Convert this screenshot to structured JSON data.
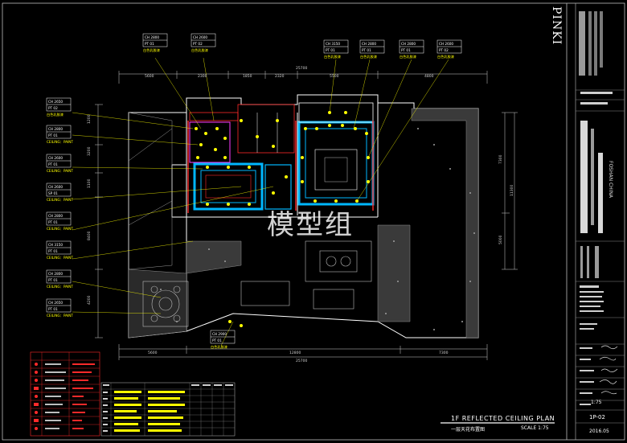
{
  "drawing": {
    "title": "1F  REFLECTED CEILING PLAN",
    "subtitle": "一层天花布置图",
    "scale": "SCALE  1:75",
    "watermark": "模型组",
    "brand": "PINKI",
    "sheet_number": "1P-02",
    "date": "2016.05",
    "scale_short": "1:75",
    "location": "FOSHAN CHINA"
  },
  "dimensions": {
    "top": [
      "5600",
      "2300",
      "1850",
      "2320",
      "5500",
      "4800"
    ],
    "top_total": "25700",
    "bottom": [
      "5600",
      "12800",
      "7300"
    ],
    "bottom_total": "25700",
    "left": [
      "1200",
      "3200",
      "1100",
      "8400",
      "4200"
    ],
    "right": [
      "7300",
      "5000"
    ],
    "right_total": "11300"
  },
  "ceiling_tags": [
    {
      "ch": "CH  2800",
      "pt": "PT   01",
      "label": "白色乳胶漆"
    },
    {
      "ch": "CH  2600",
      "pt": "PT   02",
      "label": "白色乳胶漆"
    },
    {
      "ch": "CH  3150",
      "pt": "PT   01",
      "label": "白色乳胶漆"
    },
    {
      "ch": "CH  2800",
      "pt": "PT   01",
      "label": "白色乳胶漆"
    },
    {
      "ch": "CH  2800",
      "pt": "PT   01",
      "label": "白色乳胶漆"
    },
    {
      "ch": "CH  2600",
      "pt": "PT   02",
      "label": "白色乳胶漆"
    },
    {
      "ch": "CH  2650",
      "pt": "PT   02",
      "label": "白色乳胶漆"
    },
    {
      "ch": "CH  2800",
      "pt": "PT   01",
      "label": "CEILING：PAINT"
    },
    {
      "ch": "CH  2600",
      "pt": "PT   01",
      "label": "CEILING：PAINT"
    },
    {
      "ch": "CH  2600",
      "pt": "SP   01",
      "label": "CEILING：PAINT"
    },
    {
      "ch": "CH  2800",
      "pt": "PT   01",
      "label": "CEILING：PAINT"
    },
    {
      "ch": "CH  3150",
      "pt": "PT   01",
      "label": "CEILING：PAINT"
    },
    {
      "ch": "CH  2800",
      "pt": "PT   01",
      "label": "CEILING：PAINT"
    },
    {
      "ch": "CH  2650",
      "pt": "PT   01",
      "label": "CEILING：PAINT"
    },
    {
      "ch": "CH  2900",
      "pt": "PT   01",
      "label": "白色乳胶漆"
    }
  ],
  "colors": {
    "background": "#000000",
    "wall": "#ffffff",
    "ceiling": "#00b7ff",
    "light": "#ffff00",
    "accent": "#ff2a2a",
    "furniture": "#9a9a9a",
    "magenta": "#ff3cff",
    "dim": "#c8c8c8"
  }
}
